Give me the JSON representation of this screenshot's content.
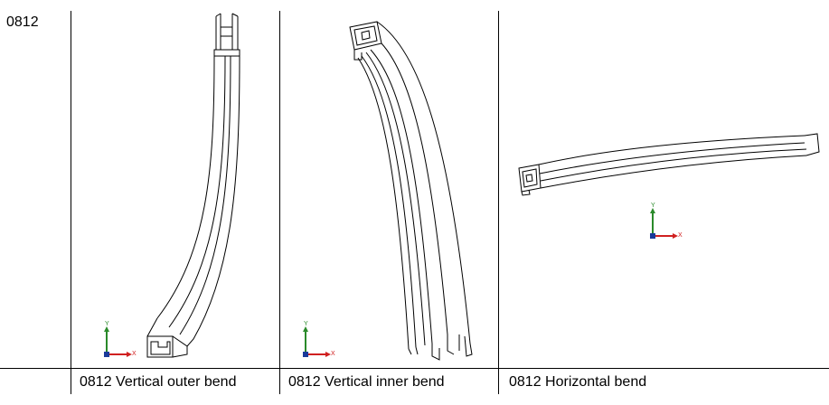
{
  "row": {
    "label": "0812"
  },
  "cells": [
    {
      "caption": "0812 Vertical outer bend",
      "axis_y": "Y",
      "axis_x": "X"
    },
    {
      "caption": "0812 Vertical inner bend",
      "axis_y": "Y",
      "axis_x": "X"
    },
    {
      "caption": "0812 Horizontal bend",
      "axis_y": "Y",
      "axis_x": "X"
    }
  ],
  "colors": {
    "axis_y": "#2a8a2a",
    "axis_x": "#d02020",
    "axis_origin": "#1a3a9a",
    "line": "#000000"
  }
}
